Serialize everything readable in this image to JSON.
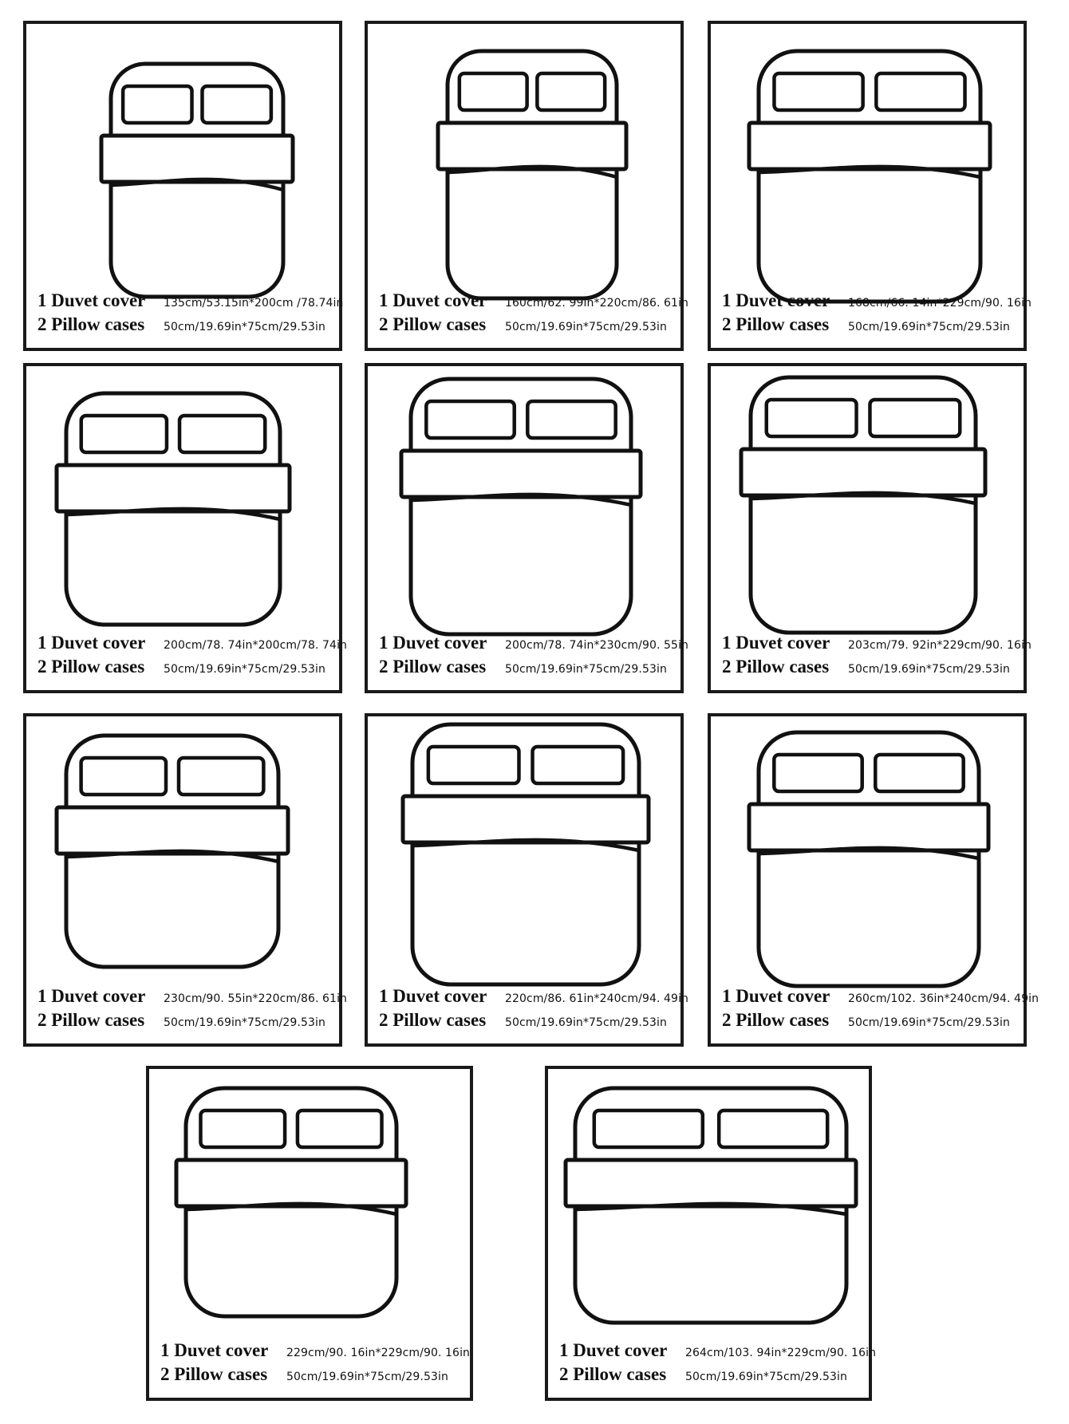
{
  "cards": [
    {
      "duvet_label": "1 Duvet cover",
      "duvet_size": "135cm/53.15in*200cm /78.74in",
      "pillow_label": "2 Pillow cases",
      "pillow_size": "50cm/19.69in*75cm/29.53in"
    },
    {
      "duvet_label": "1 Duvet cover",
      "duvet_size": "160cm/62. 99in*220cm/86. 61in",
      "pillow_label": "2 Pillow cases",
      "pillow_size": "50cm/19.69in*75cm/29.53in"
    },
    {
      "duvet_label": "1 Duvet cover",
      "duvet_size": "168cm/66. 14in*229cm/90. 16in",
      "pillow_label": "2 Pillow cases",
      "pillow_size": "50cm/19.69in*75cm/29.53in"
    },
    {
      "duvet_label": "1 Duvet cover",
      "duvet_size": "200cm/78. 74in*200cm/78. 74in",
      "pillow_label": "2 Pillow cases",
      "pillow_size": "50cm/19.69in*75cm/29.53in"
    },
    {
      "duvet_label": "1 Duvet cover",
      "duvet_size": "200cm/78. 74in*230cm/90. 55in",
      "pillow_label": "2 Pillow cases",
      "pillow_size": "50cm/19.69in*75cm/29.53in"
    },
    {
      "duvet_label": "1 Duvet cover",
      "duvet_size": "203cm/79. 92in*229cm/90. 16in",
      "pillow_label": "2 Pillow cases",
      "pillow_size": "50cm/19.69in*75cm/29.53in"
    },
    {
      "duvet_label": "1 Duvet cover",
      "duvet_size": "230cm/90. 55in*220cm/86. 61in",
      "pillow_label": "2 Pillow cases",
      "pillow_size": "50cm/19.69in*75cm/29.53in"
    },
    {
      "duvet_label": "1 Duvet cover",
      "duvet_size": "220cm/86. 61in*240cm/94. 49in",
      "pillow_label": "2 Pillow cases",
      "pillow_size": "50cm/19.69in*75cm/29.53in"
    },
    {
      "duvet_label": "1 Duvet cover",
      "duvet_size": "260cm/102. 36in*240cm/94. 49in",
      "pillow_label": "2 Pillow cases",
      "pillow_size": "50cm/19.69in*75cm/29.53in"
    },
    {
      "duvet_label": "1 Duvet cover",
      "duvet_size": "229cm/90. 16in*229cm/90. 16in",
      "pillow_label": "2 Pillow cases",
      "pillow_size": "50cm/19.69in*75cm/29.53in"
    },
    {
      "duvet_label": "1 Duvet cover",
      "duvet_size": "264cm/103. 94in*229cm/90. 16in",
      "pillow_label": "2 Pillow cases",
      "pillow_size": "50cm/19.69in*75cm/29.53in"
    }
  ]
}
